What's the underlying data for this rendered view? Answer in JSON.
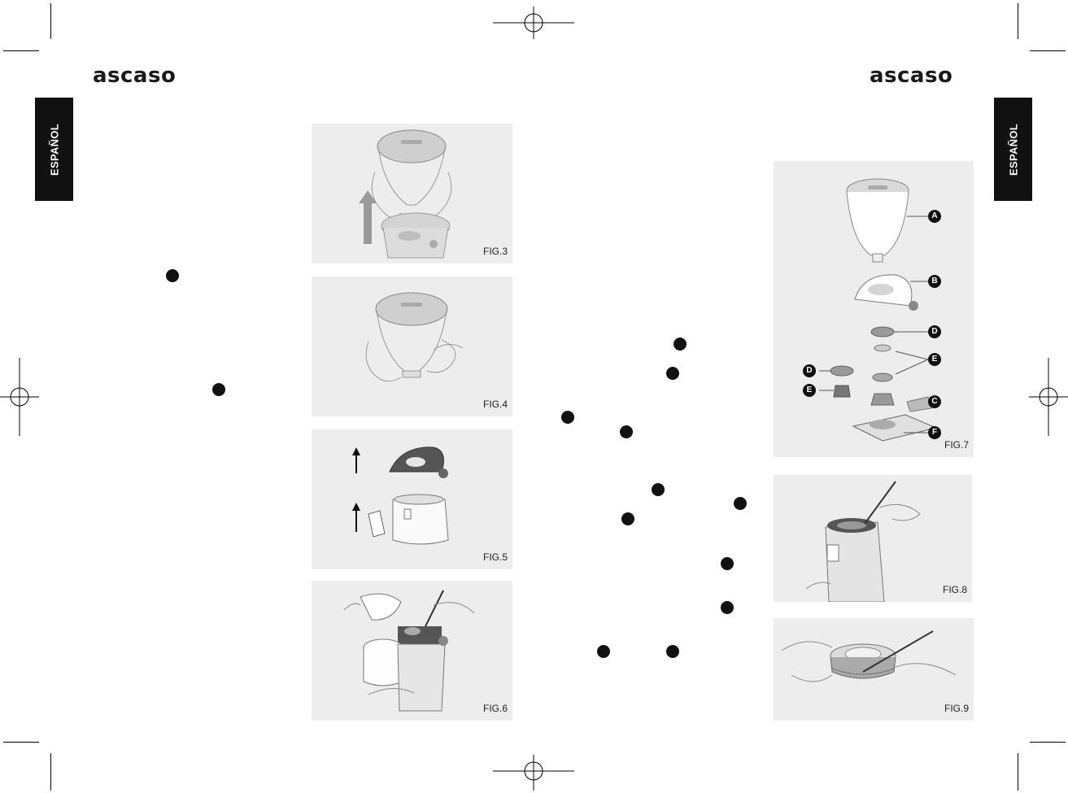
{
  "brand": {
    "left_logo": "ascaso",
    "right_logo": "ascaso"
  },
  "language_tab": {
    "left": "ESPAÑOL",
    "right": "ESPAÑOL"
  },
  "figures": {
    "fig3": "FIG.3",
    "fig4": "FIG.4",
    "fig5": "FIG.5",
    "fig6": "FIG.6",
    "fig7": "FIG.7",
    "fig8": "FIG.8",
    "fig9": "FIG.9"
  },
  "fig7_parts": {
    "a": "A",
    "b": "B",
    "c": "C",
    "d1": "D",
    "d2": "D",
    "e1": "E",
    "e2": "E",
    "f": "F"
  }
}
